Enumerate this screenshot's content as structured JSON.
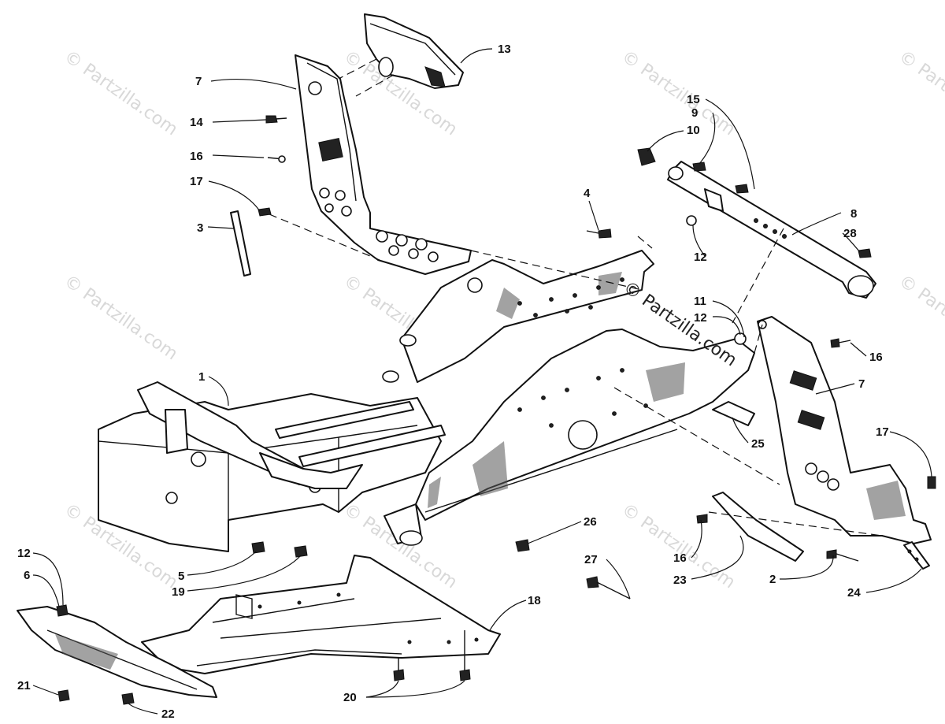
{
  "watermarks": [
    "© Partzilla.com",
    "© Partzilla.com",
    "© Partzilla.com",
    "© Partzilla.com",
    "© Partzilla.com",
    "© Partzilla.com",
    "© Partzilla.com",
    "© Partzilla.com",
    "© Partzilla.com",
    "© Partzilla.com"
  ],
  "watermark_center": "© Partzilla.com",
  "callouts": [
    {
      "id": "c13",
      "label": "13"
    },
    {
      "id": "c7a",
      "label": "7"
    },
    {
      "id": "c14",
      "label": "14"
    },
    {
      "id": "c16a",
      "label": "16"
    },
    {
      "id": "c17a",
      "label": "17"
    },
    {
      "id": "c3",
      "label": "3"
    },
    {
      "id": "c15",
      "label": "15"
    },
    {
      "id": "c9",
      "label": "9"
    },
    {
      "id": "c10",
      "label": "10"
    },
    {
      "id": "c4",
      "label": "4"
    },
    {
      "id": "c8",
      "label": "8"
    },
    {
      "id": "c28",
      "label": "28"
    },
    {
      "id": "c12a",
      "label": "12"
    },
    {
      "id": "c11",
      "label": "11"
    },
    {
      "id": "c12b",
      "label": "12"
    },
    {
      "id": "c16b",
      "label": "16"
    },
    {
      "id": "c7b",
      "label": "7"
    },
    {
      "id": "c1",
      "label": "1"
    },
    {
      "id": "c25",
      "label": "25"
    },
    {
      "id": "c17b",
      "label": "17"
    },
    {
      "id": "c26",
      "label": "26"
    },
    {
      "id": "c16c",
      "label": "16"
    },
    {
      "id": "c23",
      "label": "23"
    },
    {
      "id": "c2",
      "label": "2"
    },
    {
      "id": "c24",
      "label": "24"
    },
    {
      "id": "c27",
      "label": "27"
    },
    {
      "id": "c12c",
      "label": "12"
    },
    {
      "id": "c6",
      "label": "6"
    },
    {
      "id": "c5",
      "label": "5"
    },
    {
      "id": "c19",
      "label": "19"
    },
    {
      "id": "c18",
      "label": "18"
    },
    {
      "id": "c21",
      "label": "21"
    },
    {
      "id": "c22",
      "label": "22"
    },
    {
      "id": "c20",
      "label": "20"
    }
  ]
}
